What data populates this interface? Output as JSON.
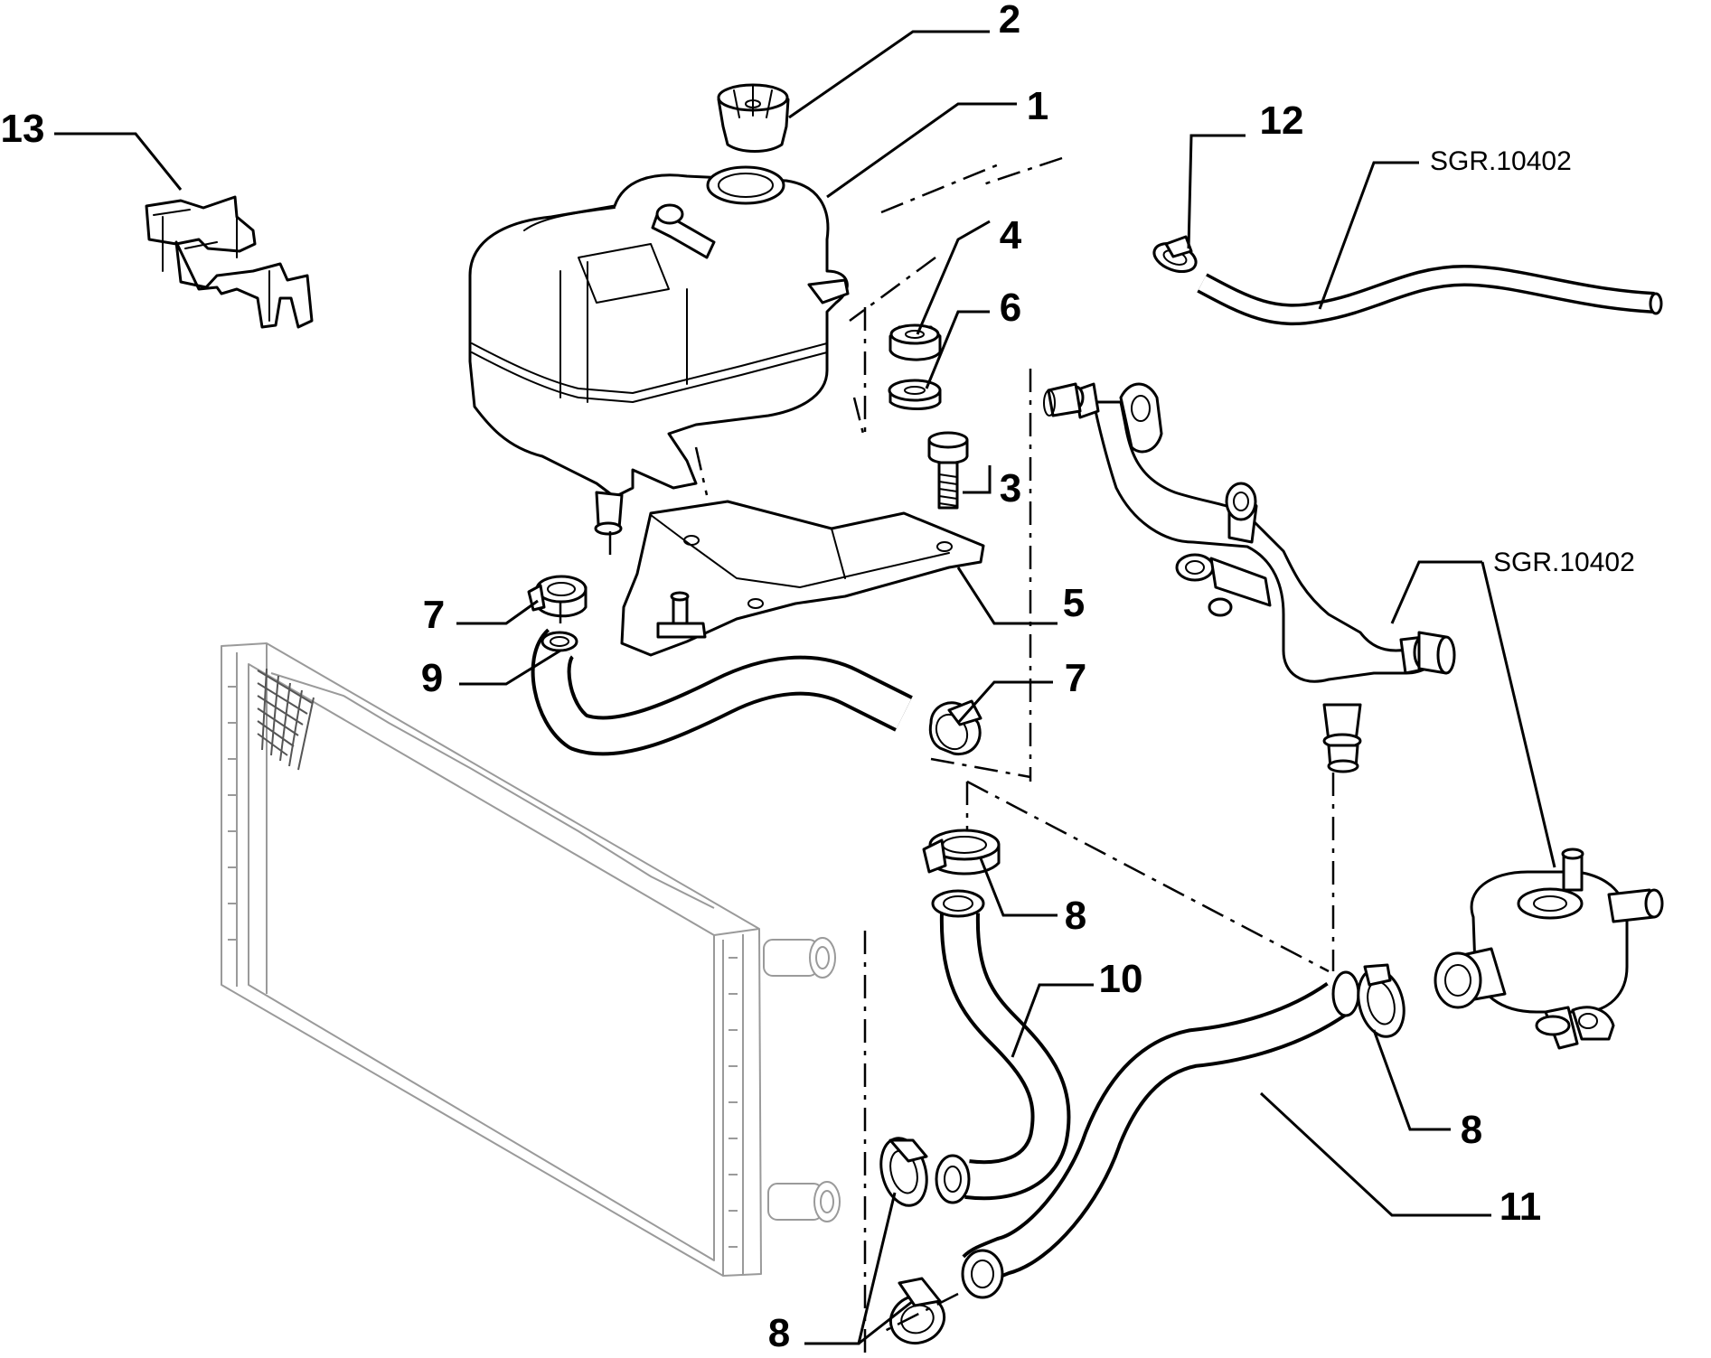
{
  "callouts": [
    {
      "id": "c1",
      "label": "1"
    },
    {
      "id": "c2",
      "label": "2"
    },
    {
      "id": "c3",
      "label": "3"
    },
    {
      "id": "c4",
      "label": "4"
    },
    {
      "id": "c5",
      "label": "5"
    },
    {
      "id": "c6",
      "label": "6"
    },
    {
      "id": "c7a",
      "label": "7"
    },
    {
      "id": "c7b",
      "label": "7"
    },
    {
      "id": "c8a",
      "label": "8"
    },
    {
      "id": "c8b",
      "label": "8"
    },
    {
      "id": "c8c",
      "label": "8"
    },
    {
      "id": "c9",
      "label": "9"
    },
    {
      "id": "c10",
      "label": "10"
    },
    {
      "id": "c11",
      "label": "11"
    },
    {
      "id": "c12",
      "label": "12"
    },
    {
      "id": "c13",
      "label": "13"
    }
  ],
  "references": [
    {
      "id": "r1",
      "label": "SGR.10402"
    },
    {
      "id": "r2",
      "label": "SGR.10402"
    }
  ]
}
